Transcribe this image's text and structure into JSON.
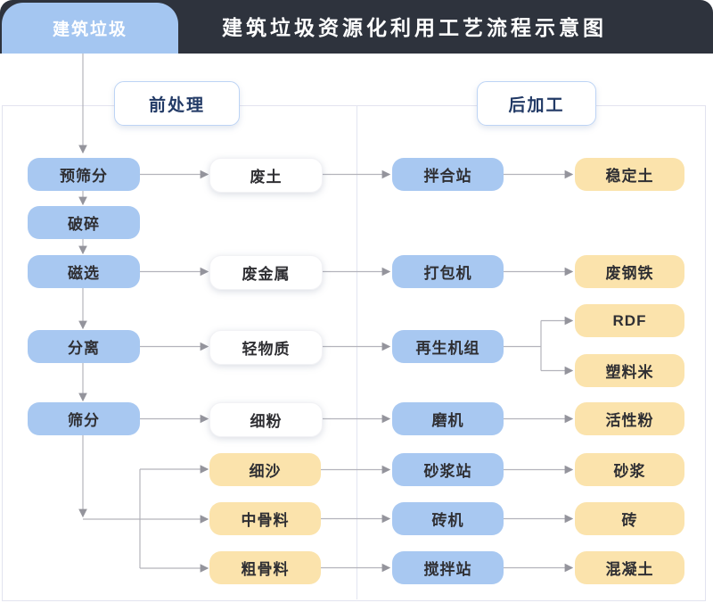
{
  "header": {
    "tab": "建筑垃圾",
    "title": "建筑垃圾资源化利用工艺流程示意图"
  },
  "sections": {
    "pre": "前处理",
    "post": "后加工"
  },
  "nodes": {
    "pre_screening": "预筛分",
    "crushing": "破碎",
    "magnetic_separation": "磁选",
    "separation": "分离",
    "screening": "筛分",
    "waste_soil": "废土",
    "waste_metal": "废金属",
    "light_material": "轻物质",
    "fine_powder": "细粉",
    "fine_sand": "细沙",
    "medium_aggregate": "中骨料",
    "coarse_aggregate": "粗骨料",
    "mixing_station": "拌合站",
    "baler": "打包机",
    "regeneration_unit": "再生机组",
    "mill": "磨机",
    "mortar_station": "砂浆站",
    "brick_machine": "砖机",
    "concrete_mixing_station": "搅拌站",
    "stabilized_soil": "稳定土",
    "scrap_steel": "废钢铁",
    "rdf": "RDF",
    "plastic_pellets": "塑料米",
    "active_powder": "活性粉",
    "mortar": "砂浆",
    "brick": "砖",
    "concrete": "混凝土"
  },
  "edges": [
    [
      "建筑垃圾",
      "预筛分"
    ],
    [
      "预筛分",
      "破碎"
    ],
    [
      "破碎",
      "磁选"
    ],
    [
      "磁选",
      "分离"
    ],
    [
      "分离",
      "筛分"
    ],
    [
      "预筛分",
      "废土"
    ],
    [
      "磁选",
      "废金属"
    ],
    [
      "分离",
      "轻物质"
    ],
    [
      "筛分",
      "细粉"
    ],
    [
      "筛分",
      "细沙"
    ],
    [
      "筛分",
      "中骨料"
    ],
    [
      "筛分",
      "粗骨料"
    ],
    [
      "废土",
      "拌合站"
    ],
    [
      "废金属",
      "打包机"
    ],
    [
      "轻物质",
      "再生机组"
    ],
    [
      "细粉",
      "磨机"
    ],
    [
      "细沙",
      "砂浆站"
    ],
    [
      "中骨料",
      "砖机"
    ],
    [
      "粗骨料",
      "搅拌站"
    ],
    [
      "拌合站",
      "稳定土"
    ],
    [
      "打包机",
      "废钢铁"
    ],
    [
      "再生机组",
      "RDF"
    ],
    [
      "再生机组",
      "塑料米"
    ],
    [
      "磨机",
      "活性粉"
    ],
    [
      "砂浆站",
      "砂浆"
    ],
    [
      "砖机",
      "砖"
    ],
    [
      "搅拌站",
      "混凝土"
    ]
  ],
  "colors": {
    "title_bar": "#2e333d",
    "process_blue": "#a8c8f1",
    "product_yellow": "#fbe3ac",
    "section_border": "#bdd4f5",
    "section_text": "#223a66",
    "arrow_gray": "#b3b3bb"
  }
}
